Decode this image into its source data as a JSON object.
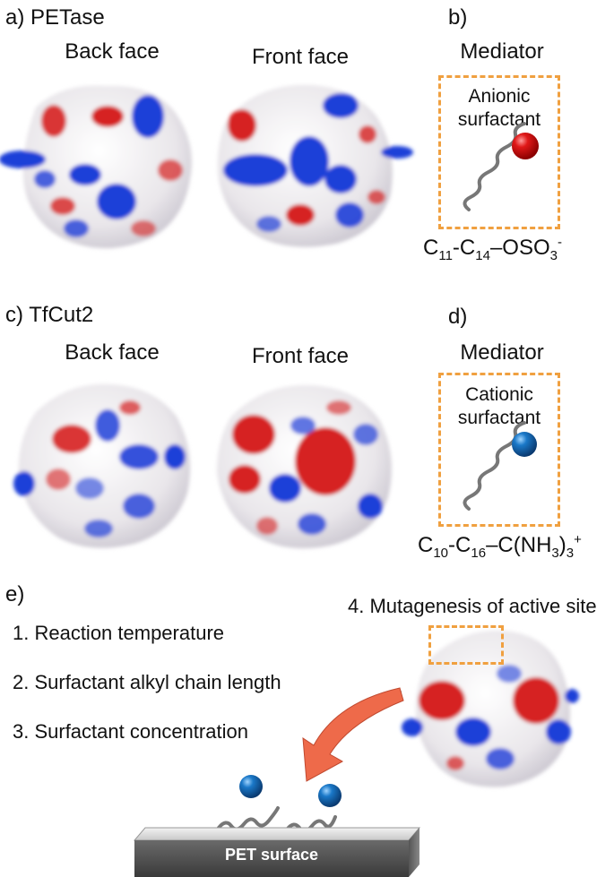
{
  "panel_a": {
    "label": "a) PETase",
    "back_face": "Back face",
    "front_face": "Front face"
  },
  "panel_b": {
    "label": "b)",
    "mediator": "Mediator",
    "surfactant_line1": "Anionic",
    "surfactant_line2": "surfactant",
    "formula": {
      "c1": "C",
      "c1_sub": "11",
      "dash": "-",
      "c2": "C",
      "c2_sub": "14",
      "group": "–OSO",
      "group_sub": "3",
      "charge": "-"
    }
  },
  "panel_c": {
    "label": "c) TfCut2",
    "back_face": "Back face",
    "front_face": "Front face"
  },
  "panel_d": {
    "label": "d)",
    "mediator": "Mediator",
    "surfactant_line1": "Cationic",
    "surfactant_line2": "surfactant",
    "formula": {
      "c1": "C",
      "c1_sub": "10",
      "dash": "-",
      "c2": "C",
      "c2_sub": "16",
      "group": "–C(NH",
      "group_sub": "3",
      "close": ")",
      "close_sub": "3",
      "charge": "+"
    }
  },
  "panel_e": {
    "label": "e)",
    "factors": [
      "1.  Reaction temperature",
      "2.  Surfactant alkyl chain length",
      "3.  Surfactant concentration",
      "4. Mutagenesis of active site"
    ],
    "surface_label": "PET surface"
  },
  "colors": {
    "positive": "#1f3fd8",
    "negative": "#d62020",
    "neutral": "#f2f0f0",
    "dash": "#f0a040",
    "anion_head": "#e01818",
    "cation_head": "#1a78c8",
    "arrow": "#ee6a4a"
  }
}
